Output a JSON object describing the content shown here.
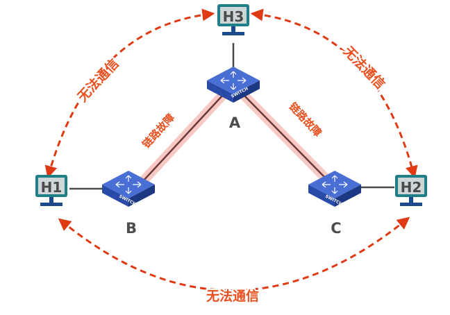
{
  "hosts": {
    "h1": {
      "label": "H1"
    },
    "h2": {
      "label": "H2"
    },
    "h3": {
      "label": "H3"
    }
  },
  "switches": {
    "a": {
      "label": "A",
      "badge": "SWITCH"
    },
    "b": {
      "label": "B",
      "badge": "SWITCH"
    },
    "c": {
      "label": "C",
      "badge": "SWITCH"
    }
  },
  "links": {
    "ab_status": "链路故障",
    "ac_status": "链路故障"
  },
  "comm": {
    "h1_h3": "无法通信",
    "h3_h2": "无法通信",
    "h1_h2": "无法通信"
  },
  "colors": {
    "dash": "#e03a14",
    "fail_glow": "#f6b8ae",
    "switch_top": "#4a6fd4",
    "switch_side": "#243f94",
    "monitor_border": "#1e7f86",
    "monitor_fill": "#cfd6d8",
    "stand": "#1a4a8c"
  },
  "icons": [
    "switch-icon",
    "monitor-icon",
    "arrow-head-icon"
  ]
}
